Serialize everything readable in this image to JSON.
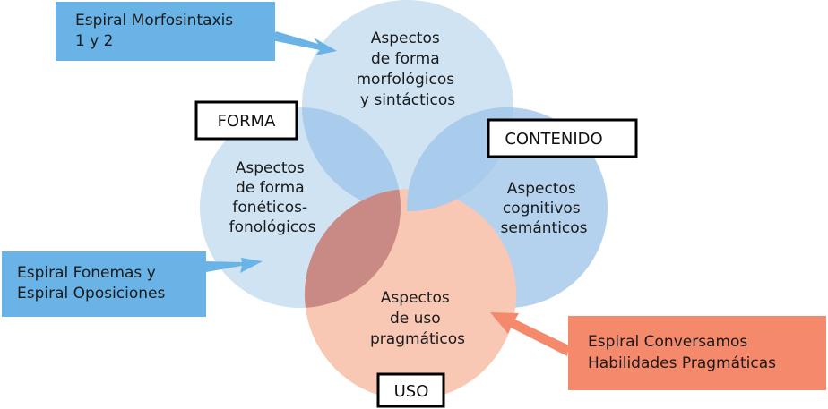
{
  "colors": {
    "circle_fill": "#cfe3f3",
    "circle_mid": "#b4d2ee",
    "overlap_blue": "#a9cbec",
    "uso_fill": "#f9c8b4",
    "overlap_red": "#c98a86",
    "callout_blue": "#6ab3e6",
    "callout_orange": "#f4896b",
    "tag_border": "#000000"
  },
  "regions": {
    "top": [
      "Aspectos",
      "de forma",
      "morfológicos",
      "y sintácticos"
    ],
    "left": [
      "Aspectos",
      "de forma",
      "fonéticos-",
      "fonológicos"
    ],
    "right": [
      "Aspectos",
      "cognitivos",
      "semánticos"
    ],
    "bottom": [
      "Aspectos",
      "de uso",
      "pragmáticos"
    ]
  },
  "tags": {
    "forma": "FORMA",
    "contenido": "CONTENIDO",
    "uso": "USO"
  },
  "callouts": {
    "morfosintaxis": [
      "Espiral Morfosintaxis",
      "1 y 2"
    ],
    "fonemas": [
      "Espiral Fonemas y",
      "Espiral Oposiciones"
    ],
    "conversamos": [
      "Espiral Conversamos",
      "Habilidades Pragmáticas"
    ]
  }
}
